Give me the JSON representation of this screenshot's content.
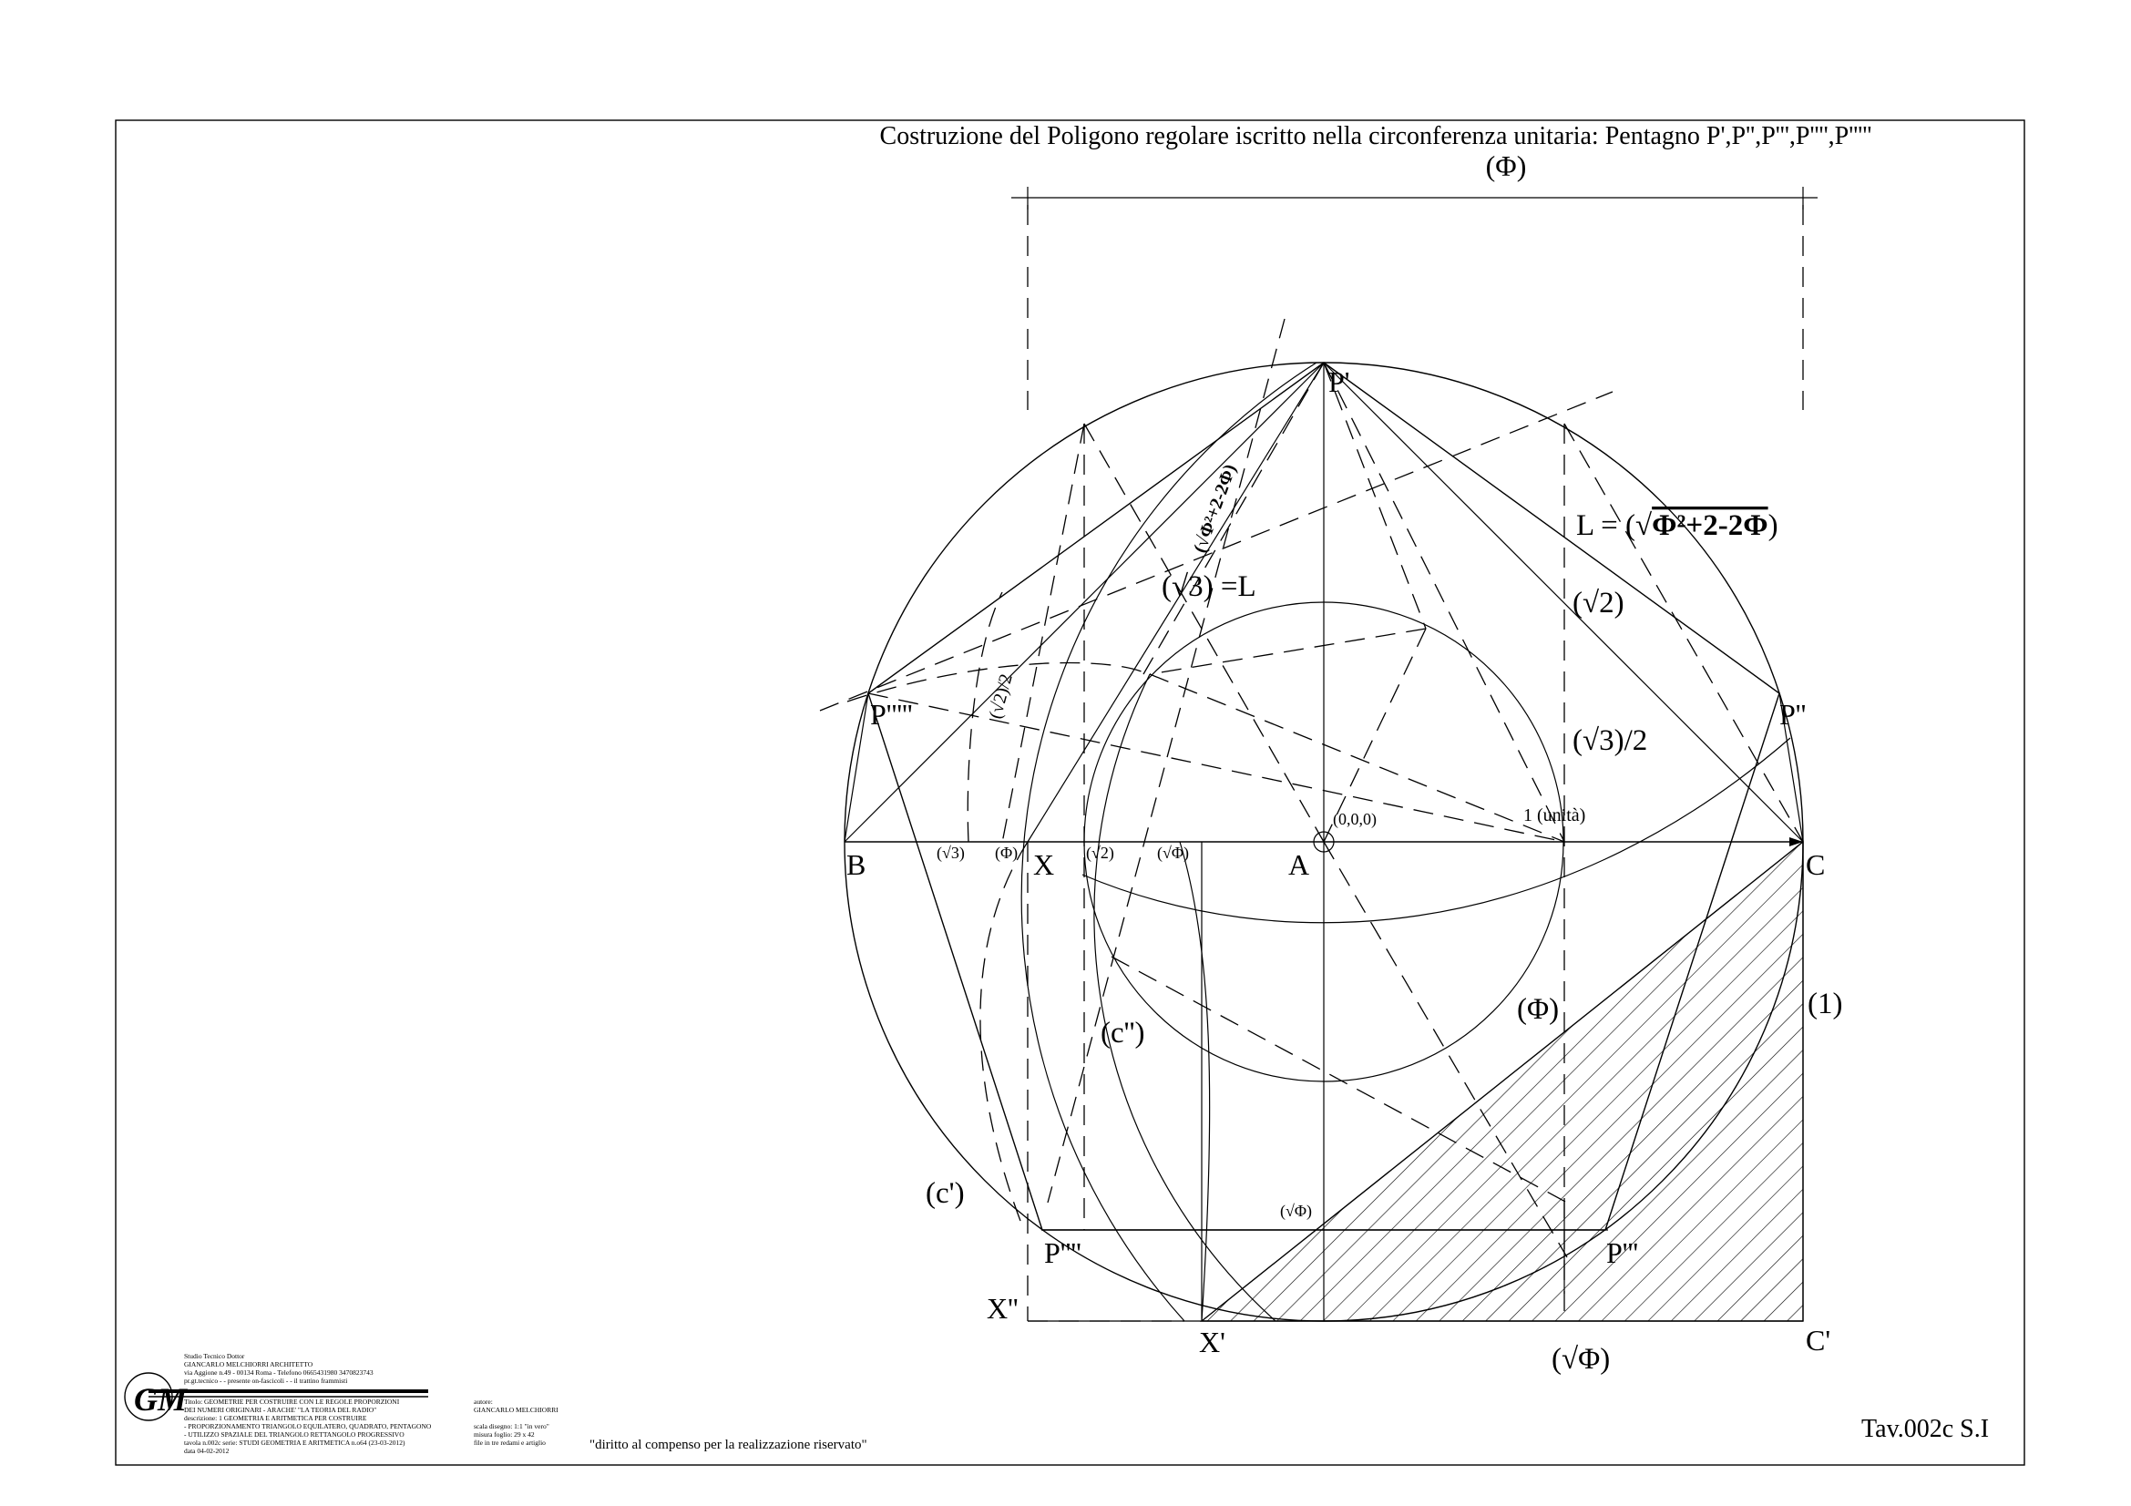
{
  "title": "Costruzione del Poligono regolare iscritto nella circonferenza unitaria: Pentagno P',P'',P''',P'''',P'''''",
  "phi_top": "(Φ)",
  "points": {
    "p1": "P'",
    "p2": "P''",
    "p3": "P'''",
    "p4": "P''''",
    "p5": "P'''''",
    "a": "A",
    "b": "B",
    "c": "C",
    "x": "X",
    "c_prime": "C'",
    "x_prime": "X'",
    "x_dprime": "X''"
  },
  "labels": {
    "L_formula_prefix": "L = (√",
    "L_formula_bold": "Φ²+2-2Φ",
    "L_formula_suffix": ")",
    "sqrt2": "(√2)",
    "sqrt3_half": "(√3)/2",
    "sqrt3_L": "(√3) =L",
    "rot_formula": "(√Φ²+2-2Φ)",
    "sqrt2_half": "(√2)/2",
    "origin": "(0,0,0)",
    "unit": "1 (unità)",
    "axis_sqrt3": "(√3)",
    "axis_phi": "(Φ)",
    "axis_sqrt2": "(√2)",
    "axis_sqrtphi": "(√Φ)",
    "phi_arc": "(Φ)",
    "one": "(1)",
    "c_second": "(c'')",
    "c_first": "(c')",
    "sqrtphi_small": "(√Φ)",
    "sqrtphi_bottom": "(√Φ)"
  },
  "footer": {
    "tav": "Tav.002c S.I",
    "rights": "\"diritto al compenso per la realizzazione riservato\"",
    "logo_letters": "GM",
    "studio_lines": [
      "Studio Tecnico Dottor",
      "GIANCARLO MELCHIORRI ARCHITETTO",
      "via Aggione n.49 - 00134 Roma - Telefono 0665431980 3470823743",
      "pr.gt.tecnico - - presente on-fascicoli - - il trattino frammisti"
    ],
    "desc_lines": [
      "Titolo:      GEOMETRIE PER COSTRUIRE CON LE REGOLE PROPORZIONI",
      "             DEI NUMERI ORIGINARI - ARACHE' \"LA TEORIA DEL RADIO\"",
      "descrizione: 1 GEOMETRIA E ARITMETICA PER COSTRUIRE",
      "- PROPORZIONAMENTO TRIANGOLO EQUILATERO, QUADRATO, PENTAGONO",
      "- UTILIZZO SPAZIALE DEL TRIANGOLO RETTANGOLO PROGRESSIVO",
      "tavola n.002c  serie: STUDI GEOMETRIA E ARITMETICA n.o64 (23-03-2012)",
      "data 04-02-2012"
    ],
    "author_lines": [
      "autore:",
      "GIANCARLO MELCHIORRI",
      "",
      "scala disegno: 1:1 \"in vero\"",
      "misura foglio: 29 x 42",
      "file in tre redami e artiglio"
    ]
  }
}
